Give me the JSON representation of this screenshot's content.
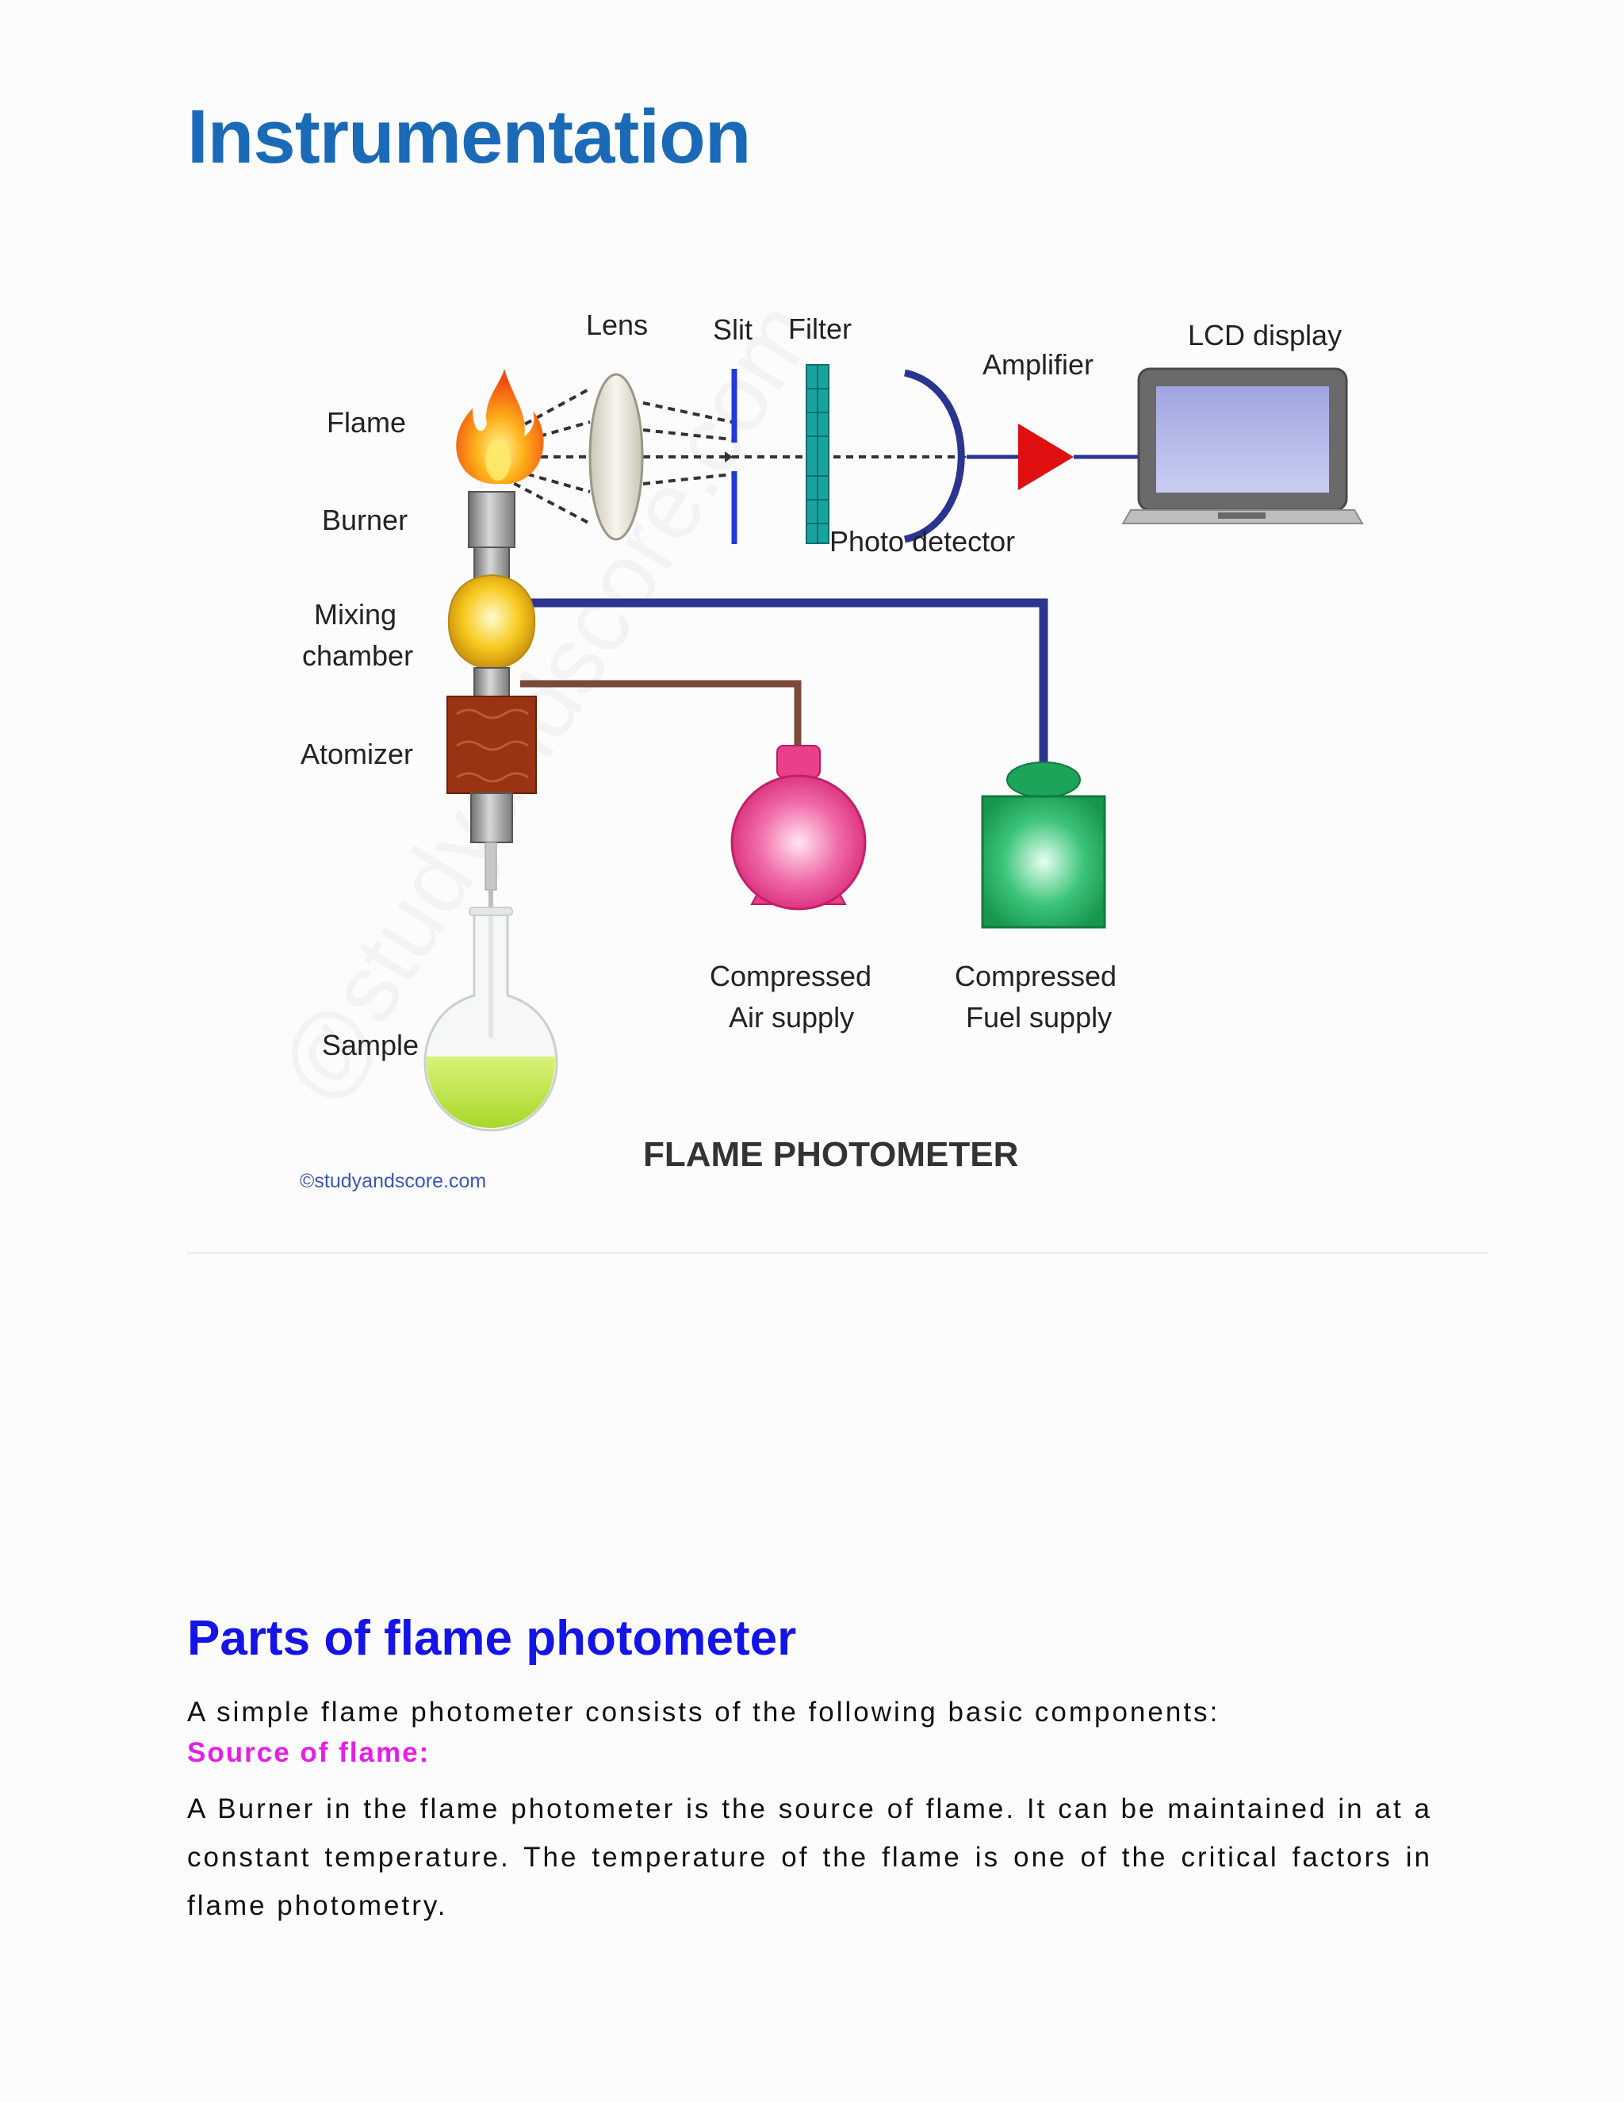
{
  "page": {
    "title": "Instrumentation"
  },
  "diagram": {
    "labels": {
      "lens": "Lens",
      "slit": "Slit",
      "filter": "Filter",
      "lcd_display": "LCD display",
      "amplifier": "Amplifier",
      "flame": "Flame",
      "burner": "Burner",
      "photo_detector": "Photo detector",
      "mixing_1": "Mixing",
      "mixing_2": "chamber",
      "atomizer": "Atomizer",
      "air_1": "Compressed",
      "air_2": "Air supply",
      "fuel_1": "Compressed",
      "fuel_2": "Fuel supply",
      "sample": "Sample",
      "caption": "FLAME PHOTOMETER",
      "credit": "©studyandscore.com",
      "watermark": "@studyandscore.com"
    },
    "colors": {
      "fuel_line": "#2b3590",
      "air_line": "#7a4a3a",
      "slit": "#1f3ad8",
      "filter": "#19a3a0",
      "amplifier": "#e01010",
      "air_pump": "#e8408a",
      "fuel_tank": "#1ea45a",
      "atomizer": "#9a3314"
    }
  },
  "section": {
    "heading": "Parts of flame photometer",
    "intro": "A simple flame photometer consists of the following basic components:",
    "subheading": "Source of flame:",
    "paragraph": "A Burner in the flame photometer is the source of flame. It can be maintained in at a constant temperature. The temperature of the flame is one of the critical factors in flame photometry."
  }
}
